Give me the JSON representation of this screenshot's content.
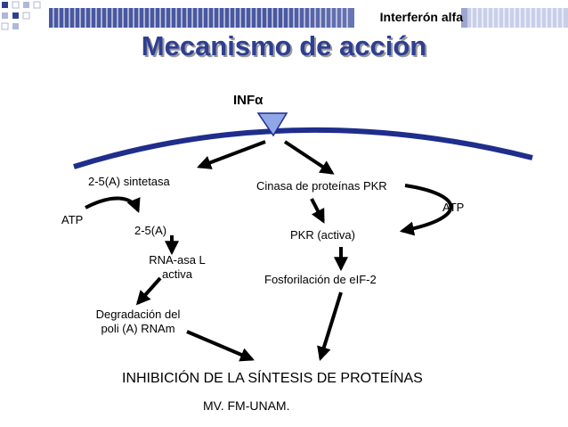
{
  "header": {
    "label": "Interferón alfa"
  },
  "slide": {
    "title": "Mecanismo de acción"
  },
  "diagram": {
    "ligand": "INFα",
    "left_path": {
      "enzyme": "2-5(A) sintetasa",
      "cofactor": "ATP",
      "product": "2-5(A)",
      "rnase_line1": "RNA-asa L",
      "rnase_line2": "activa",
      "degradation_line1": "Degradación del",
      "degradation_line2": "poli (A) RNAm"
    },
    "right_path": {
      "kinase": "Cinasa de proteínas PKR",
      "cofactor": "ATP",
      "active": "PKR (activa)",
      "phosphorylation": "Fosforilación de eIF-2"
    },
    "outcome": "INHIBICIÓN DE LA SÍNTESIS DE PROTEÍNAS",
    "credit": "MV. FM-UNAM."
  },
  "colors": {
    "title": "#2e3f93",
    "membrane": "#1f2d8c",
    "header_bar": "#2e3f93",
    "receptor": "#8fa7e6"
  }
}
